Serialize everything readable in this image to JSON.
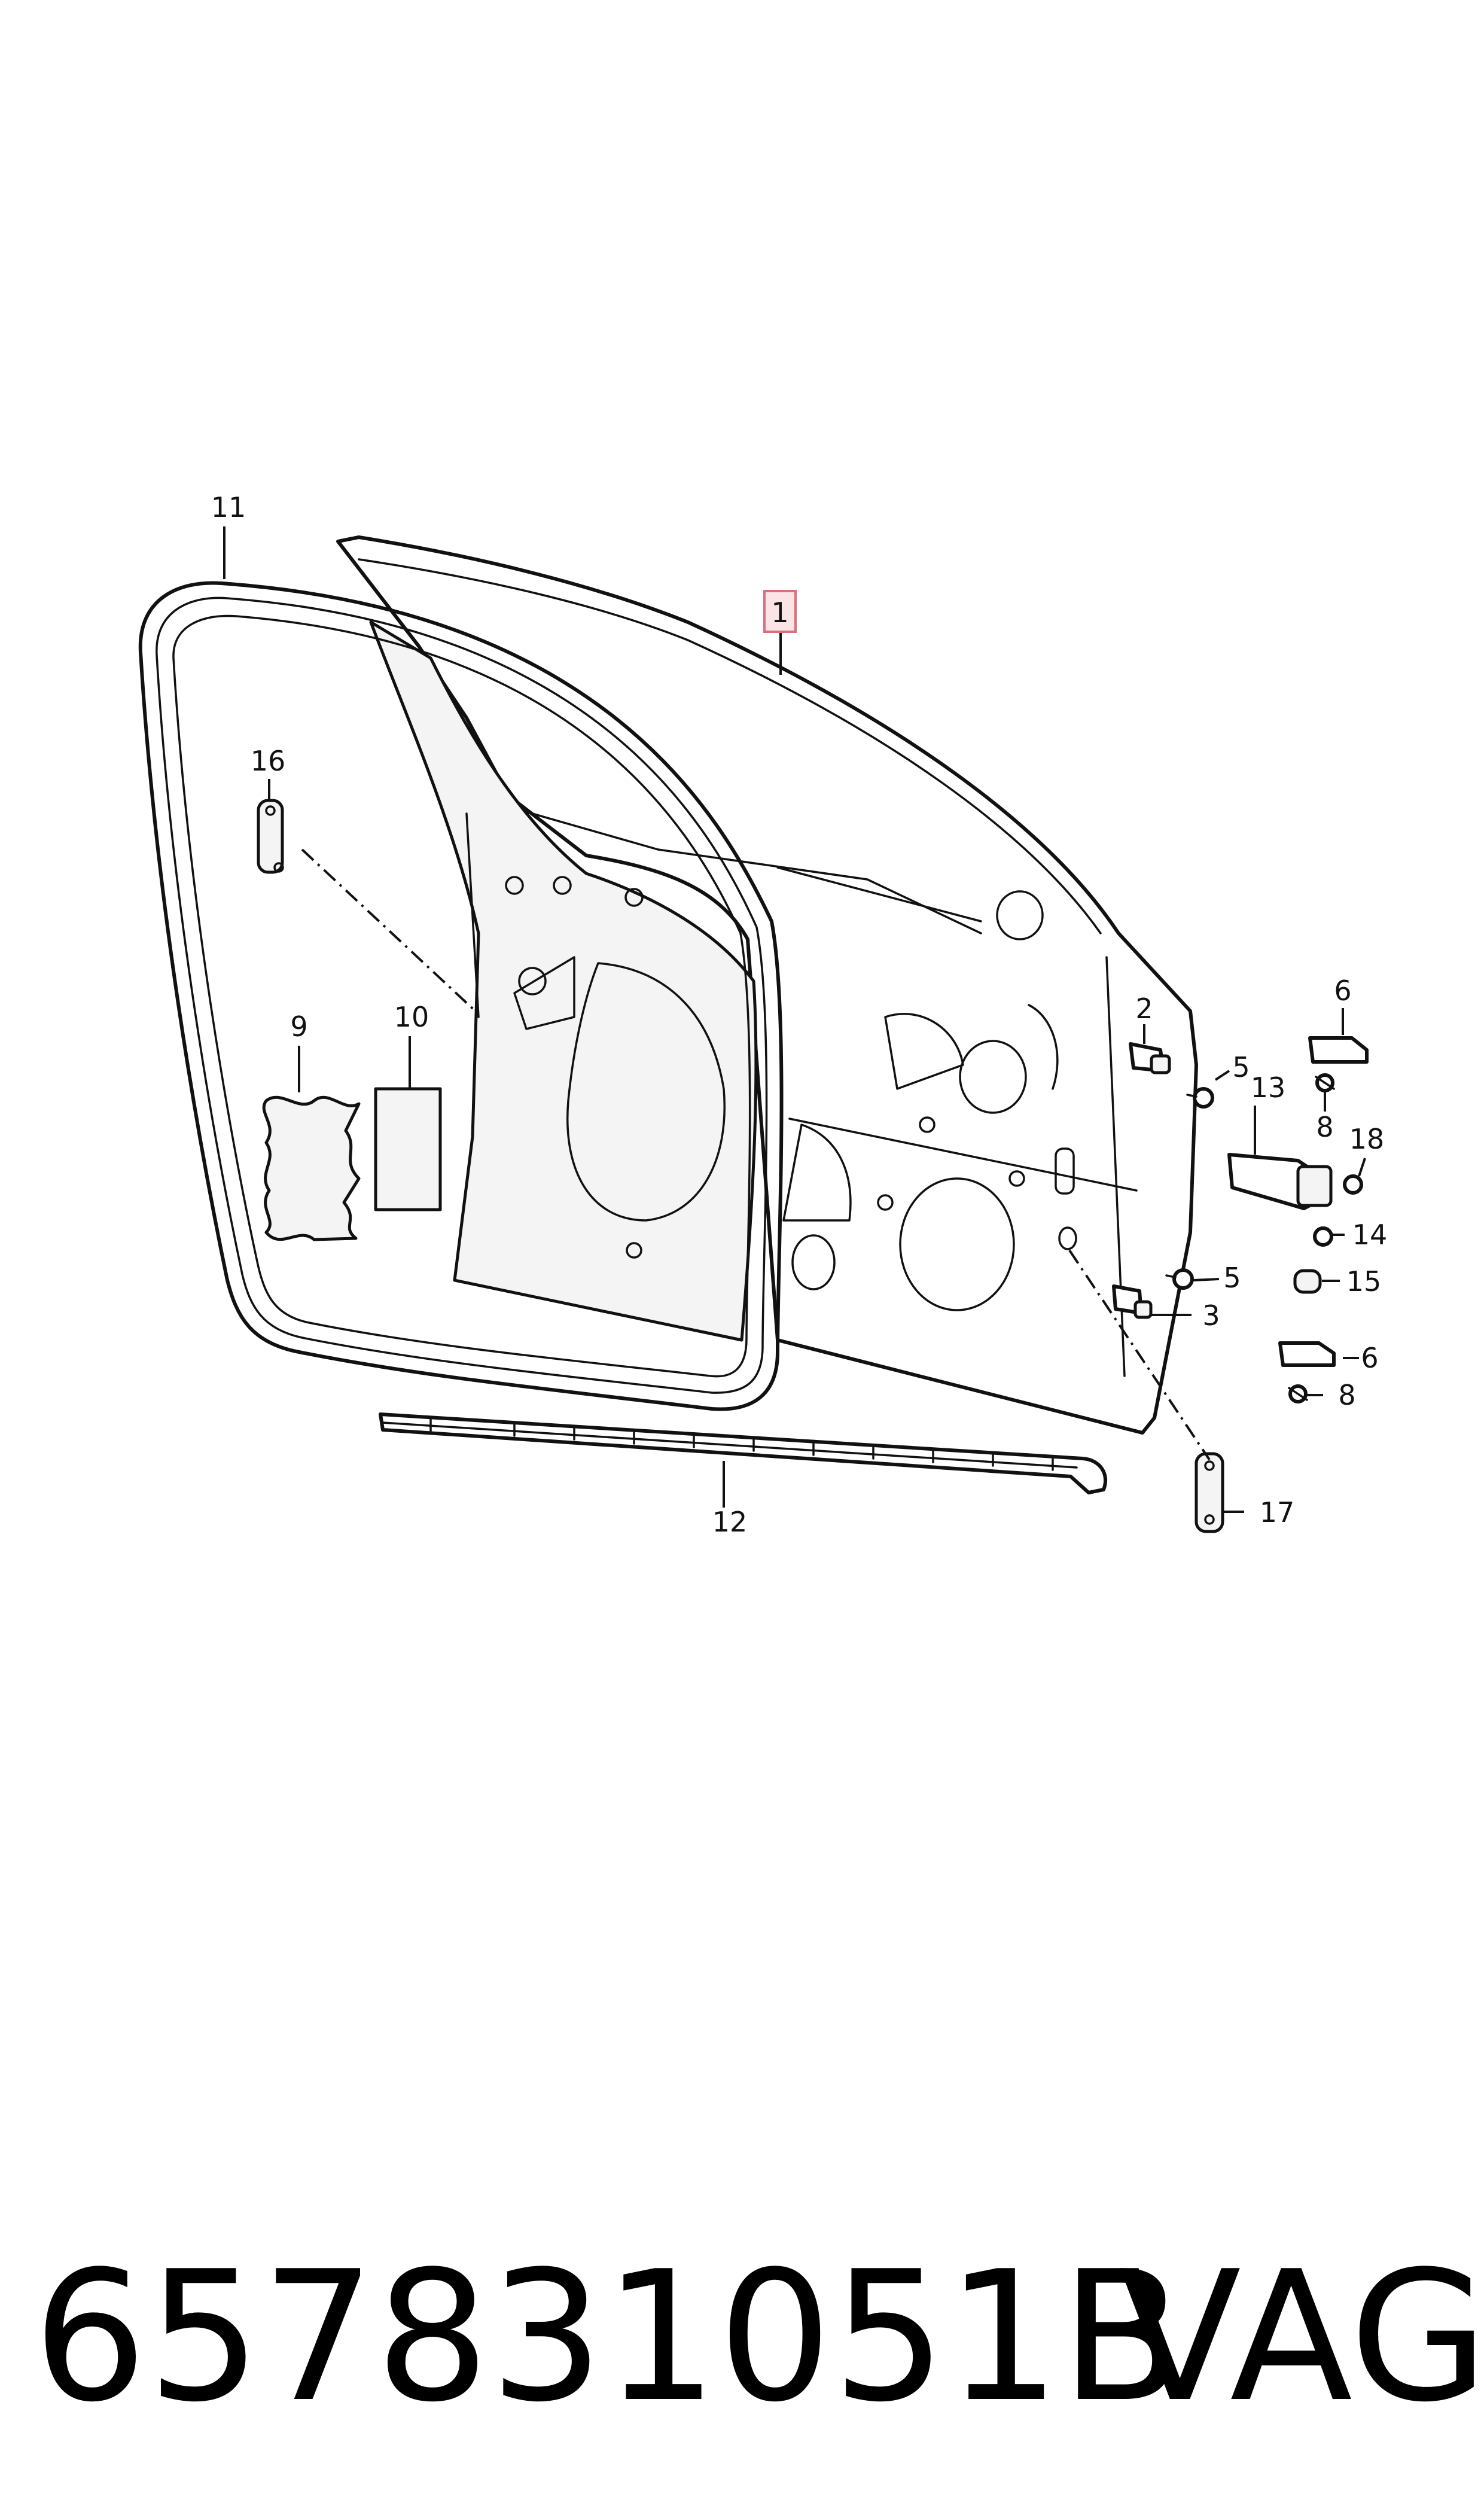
{
  "diagram": {
    "callouts": [
      {
        "id": "1",
        "label": "1"
      },
      {
        "id": "2",
        "label": "2"
      },
      {
        "id": "3",
        "label": "3"
      },
      {
        "id": "5a",
        "label": "5"
      },
      {
        "id": "5b",
        "label": "5"
      },
      {
        "id": "6a",
        "label": "6"
      },
      {
        "id": "6b",
        "label": "6"
      },
      {
        "id": "8a",
        "label": "8"
      },
      {
        "id": "8b",
        "label": "8"
      },
      {
        "id": "9",
        "label": "9"
      },
      {
        "id": "10",
        "label": "10"
      },
      {
        "id": "11",
        "label": "11"
      },
      {
        "id": "12",
        "label": "12"
      },
      {
        "id": "13",
        "label": "13"
      },
      {
        "id": "14",
        "label": "14"
      },
      {
        "id": "15",
        "label": "15"
      },
      {
        "id": "16",
        "label": "16"
      },
      {
        "id": "17",
        "label": "17"
      },
      {
        "id": "18",
        "label": "18"
      }
    ],
    "highlighted_callout": "1"
  },
  "footer": {
    "part_number": "657831051B",
    "brand": "VAG"
  }
}
